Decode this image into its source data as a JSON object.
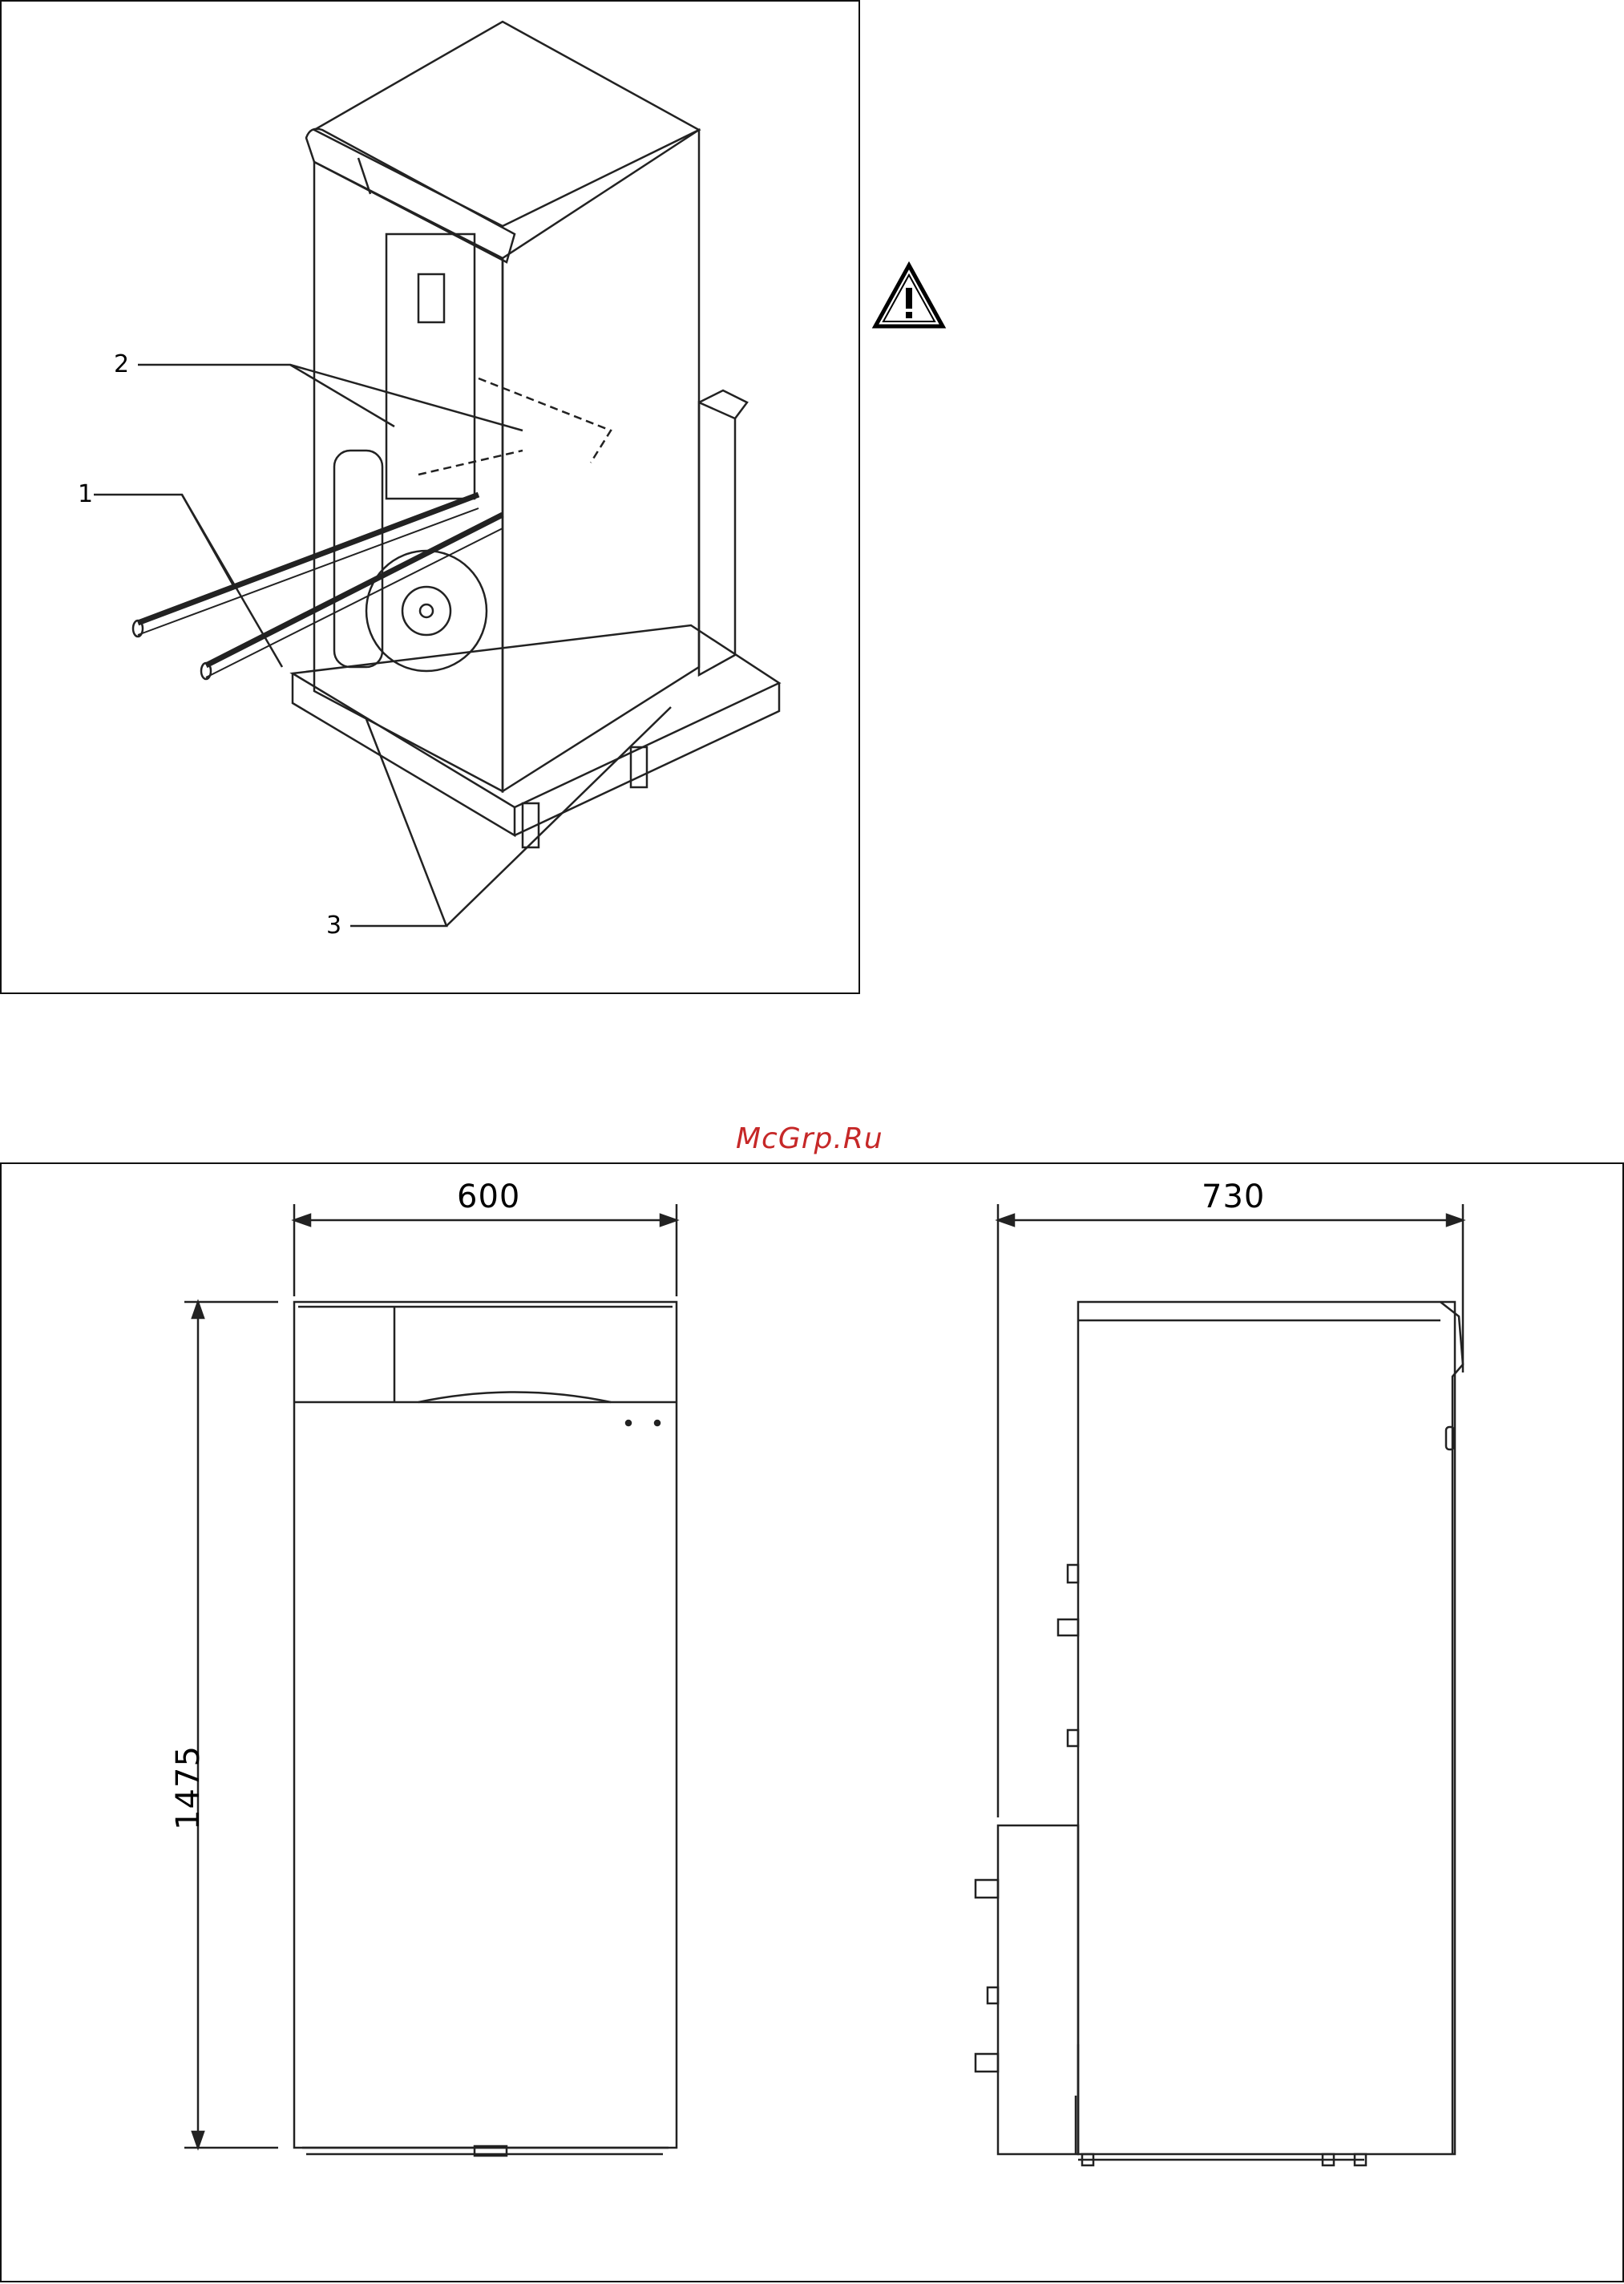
{
  "watermark": "McGrp.Ru",
  "callouts": [
    "1",
    "2",
    "3"
  ],
  "dimensions": {
    "width": "600",
    "depth": "730",
    "height": "1475"
  },
  "icons": {
    "warning": "warning-triangle-icon"
  }
}
